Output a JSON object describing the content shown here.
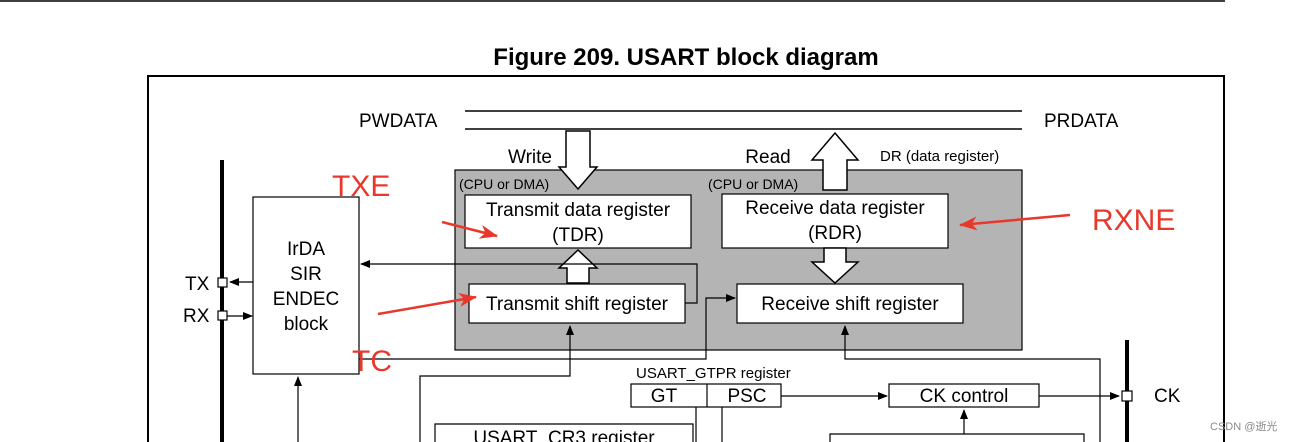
{
  "figure_title": "Figure 209. USART block diagram",
  "bus": {
    "left_label": "PWDATA",
    "right_label": "PRDATA"
  },
  "data_register_label": "DR (data register)",
  "write": {
    "label": "Write",
    "sub": "(CPU or DMA)"
  },
  "read": {
    "label": "Read",
    "sub": "(CPU or DMA)"
  },
  "tdr": {
    "line1": "Transmit data register",
    "line2": "(TDR)"
  },
  "rdr": {
    "line1": "Receive data register",
    "line2": "(RDR)"
  },
  "tsr": {
    "label": "Transmit shift register"
  },
  "rsr": {
    "label": "Receive shift register"
  },
  "irda": {
    "line1": "IrDA",
    "line2": "SIR",
    "line3": "ENDEC",
    "line4": "block"
  },
  "pins": {
    "tx": "TX",
    "rx": "RX",
    "ck": "CK"
  },
  "gtpr": {
    "title": "USART_GTPR register",
    "gt": "GT",
    "psc": "PSC"
  },
  "ck_control": "CK control",
  "cr3": "USART_CR3 register",
  "annotations": {
    "txe": "TXE",
    "rxne": "RXNE",
    "tc": "TC"
  },
  "watermark": "CSDN @逝光",
  "colors": {
    "register_area": "#b4b4b4",
    "annotation": "#e8382c"
  }
}
